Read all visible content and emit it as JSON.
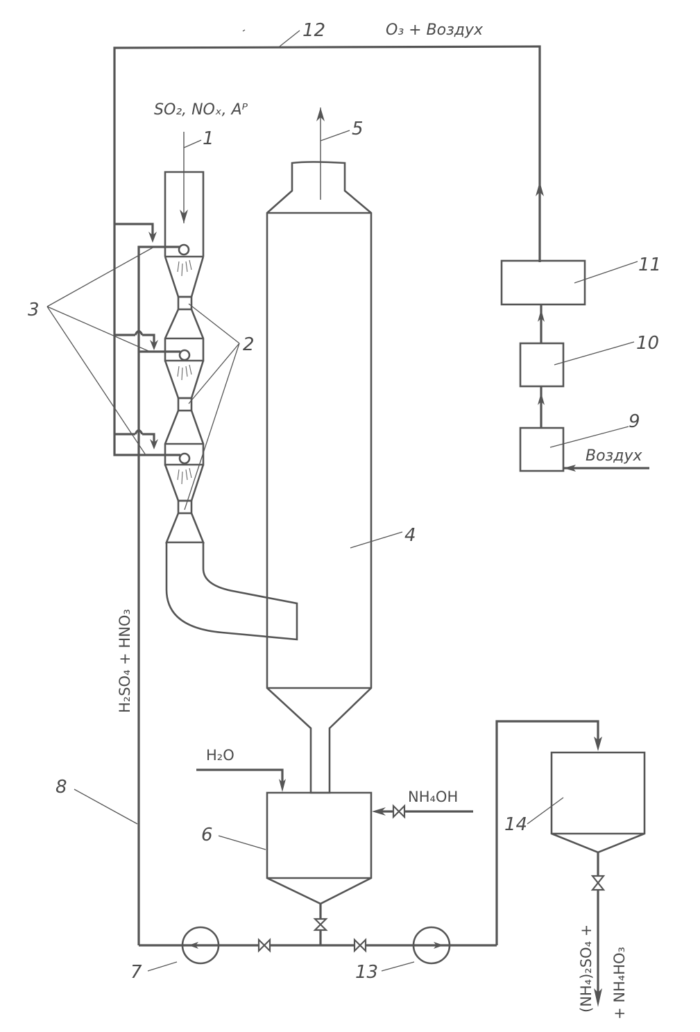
{
  "diagram": {
    "title": "Flue gas SO2/NOx ozone-oxidation scrubbing process scheme",
    "streams": {
      "inlet_gas": "SO₂, NOₓ, Aᴾ",
      "ozone_air": "O₃ + Воздух",
      "air_in": "Воздух",
      "acid_recycle": "H₂SO₄ + HNO₃",
      "water": "H₂O",
      "ammonia": "NH₄OH",
      "product_line1": "(NH₄)₂SO₄ +",
      "product_line2": "+ NH₄HO₃"
    },
    "callouts": [
      {
        "id": "1",
        "label": "1",
        "meaning": "gas inlet duct"
      },
      {
        "id": "2",
        "label": "2",
        "meaning": "Venturi throats"
      },
      {
        "id": "3",
        "label": "3",
        "meaning": "spray nozzles"
      },
      {
        "id": "4",
        "label": "4",
        "meaning": "absorption column"
      },
      {
        "id": "5",
        "label": "5",
        "meaning": "cleaned gas outlet"
      },
      {
        "id": "6",
        "label": "6",
        "meaning": "collection tank"
      },
      {
        "id": "7",
        "label": "7",
        "meaning": "recirculation pump"
      },
      {
        "id": "8",
        "label": "8",
        "meaning": "acid recycle line"
      },
      {
        "id": "9",
        "label": "9",
        "meaning": "air compressor"
      },
      {
        "id": "10",
        "label": "10",
        "meaning": "air dryer"
      },
      {
        "id": "11",
        "label": "11",
        "meaning": "ozonator"
      },
      {
        "id": "12",
        "label": "12",
        "meaning": "ozone-air line"
      },
      {
        "id": "13",
        "label": "13",
        "meaning": "product pump"
      },
      {
        "id": "14",
        "label": "14",
        "meaning": "product tank"
      }
    ]
  }
}
